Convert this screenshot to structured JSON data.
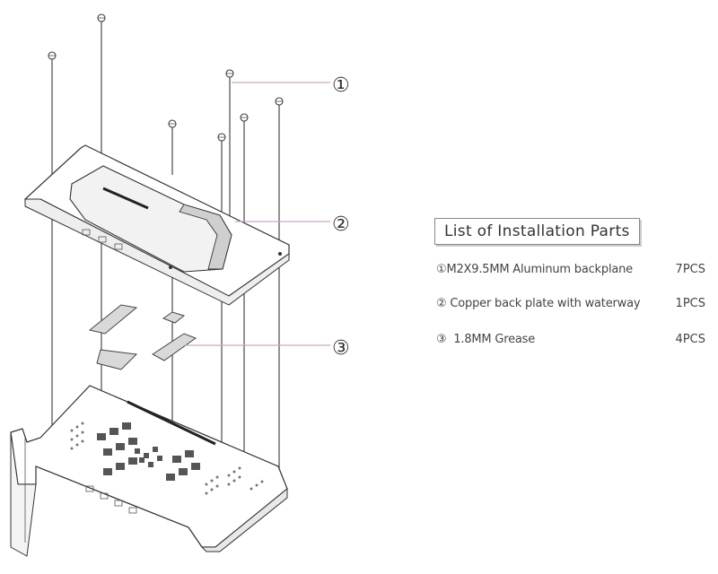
{
  "callouts": [
    "①",
    "②",
    "③"
  ],
  "parts_list": {
    "title": "List of Installation Parts",
    "items": [
      {
        "marker": "①",
        "description": "M2X9.5MM Aluminum backplane",
        "quantity": "7PCS"
      },
      {
        "marker": "②",
        "description": "Copper back plate with waterway",
        "quantity": "1PCS"
      },
      {
        "marker": "③",
        "description": "1.8MM Grease",
        "quantity": "4PCS"
      }
    ]
  }
}
